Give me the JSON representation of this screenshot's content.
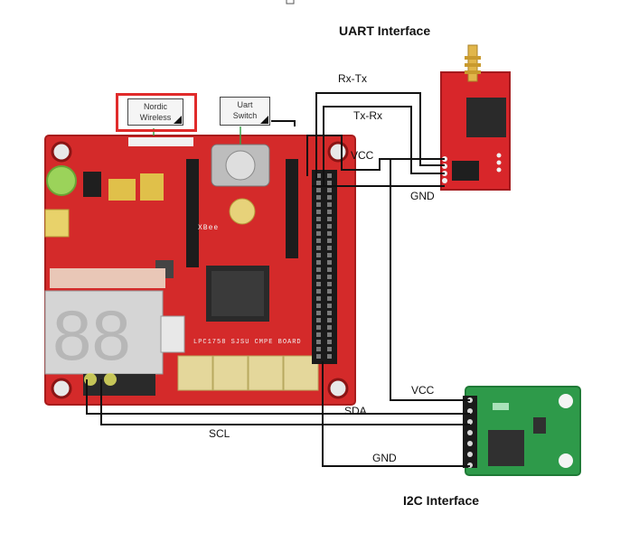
{
  "headings": {
    "uart": "UART Interface",
    "i2c": "I2C Interface"
  },
  "callouts": {
    "nordic_line1": "Nordic",
    "nordic_line2": "Wireless",
    "uart_line1": "Uart",
    "uart_line2": "Switch"
  },
  "wires": {
    "rx_tx": "Rx-Tx",
    "tx_rx": "Tx-Rx",
    "uart_vcc": "VCC",
    "uart_gnd": "GND",
    "i2c_vcc": "VCC",
    "sda": "SDA",
    "scl": "SCL",
    "i2c_gnd": "GND"
  },
  "board_text": {
    "silkscreen": "LPC1758 SJSU CMPE BOARD",
    "xbee": "XBee"
  },
  "colors": {
    "main_board": "#d42a2a",
    "uart_module": "#d8262a",
    "i2c_module": "#2e9a4a",
    "wire": "#111111",
    "callout_frame": "#e02b2b"
  },
  "icons": {
    "antenna": "sma-antenna-icon",
    "chip": "chip-icon",
    "header": "pin-header-icon"
  }
}
